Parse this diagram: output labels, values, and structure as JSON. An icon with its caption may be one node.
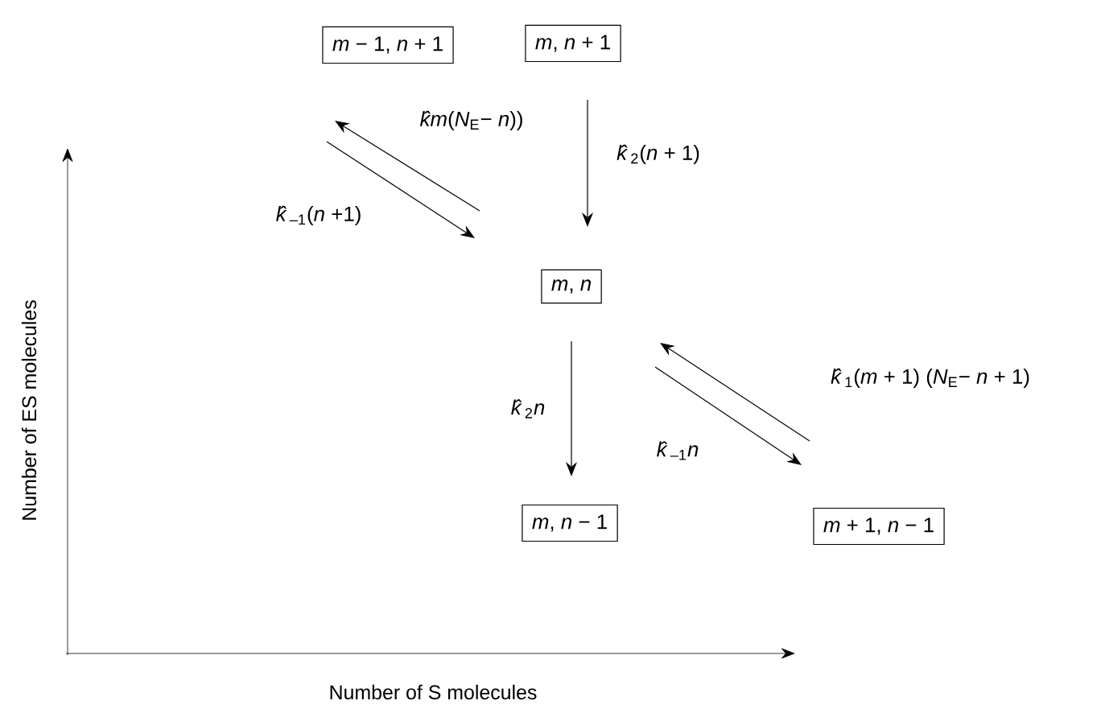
{
  "diagram": {
    "nodes": [
      {
        "text": [
          "*m* − 1, *n* + 1"
        ]
      },
      {
        "text": [
          "*m*, *n* + 1"
        ]
      },
      {
        "text": [
          "*m*, *n*"
        ]
      },
      {
        "text": [
          "*m*, *n* − 1"
        ]
      },
      {
        "text": [
          "*m* + 1, *n* − 1"
        ]
      }
    ],
    "edges": [
      {
        "from": 2,
        "to": 0,
        "arrow": "to",
        "label": "*k̂m*(*N*$_{E}$− *n*))"
      },
      {
        "from": 0,
        "to": 2,
        "arrow": "to",
        "label": "*k̂*$_{–1}$(*n* +1)"
      },
      {
        "from": 1,
        "to": 2,
        "arrow": "to",
        "label": "*k̂*$_{2}$(*n* + 1)"
      },
      {
        "from": 2,
        "to": 3,
        "arrow": "to",
        "label": "*k̂*$_{2}$*n*"
      },
      {
        "from": 4,
        "to": 2,
        "arrow": "to",
        "label": "*k̂*$_{1}$(*m* + 1) (*N*$_{E}$− *n* + 1)"
      },
      {
        "from": 2,
        "to": 4,
        "arrow": "to",
        "label": "*k̂*$_{–1}$*n*"
      }
    ],
    "labels": [
      "Number of ES molecules",
      "Number of S molecules"
    ]
  }
}
